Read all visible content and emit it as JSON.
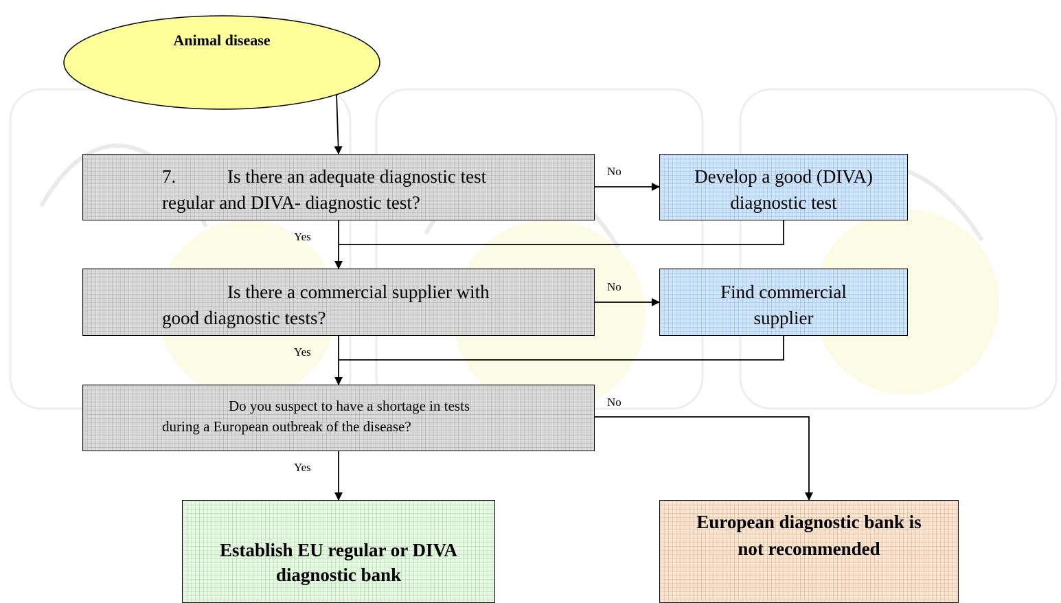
{
  "start": {
    "label": "Animal disease"
  },
  "q1": {
    "number": "7.",
    "line1": "Is there an adequate diagnostic test",
    "line2": "regular and DIVA- diagnostic test?"
  },
  "q2": {
    "line1": "Is there a commercial supplier with",
    "line2": "good diagnostic tests?"
  },
  "q3": {
    "line1": "Do you suspect to have a shortage in tests",
    "line2": "during a European outbreak of the disease?"
  },
  "a1": {
    "line1": "Develop a good (DIVA)",
    "line2": "diagnostic test"
  },
  "a2": {
    "line1": "Find commercial",
    "line2": "supplier"
  },
  "outcome_yes": {
    "line1": "Establish EU regular or DIVA",
    "line2": "diagnostic bank"
  },
  "outcome_no": {
    "line1": "European diagnostic bank is",
    "line2": "not recommended"
  },
  "labels": {
    "yes": "Yes",
    "no": "No"
  },
  "colors": {
    "question": "#d9d9d9",
    "action": "#cce5ff",
    "yes_outcome": "#e4fbe0",
    "no_outcome": "#fde3cc",
    "start": "#ffff99"
  }
}
